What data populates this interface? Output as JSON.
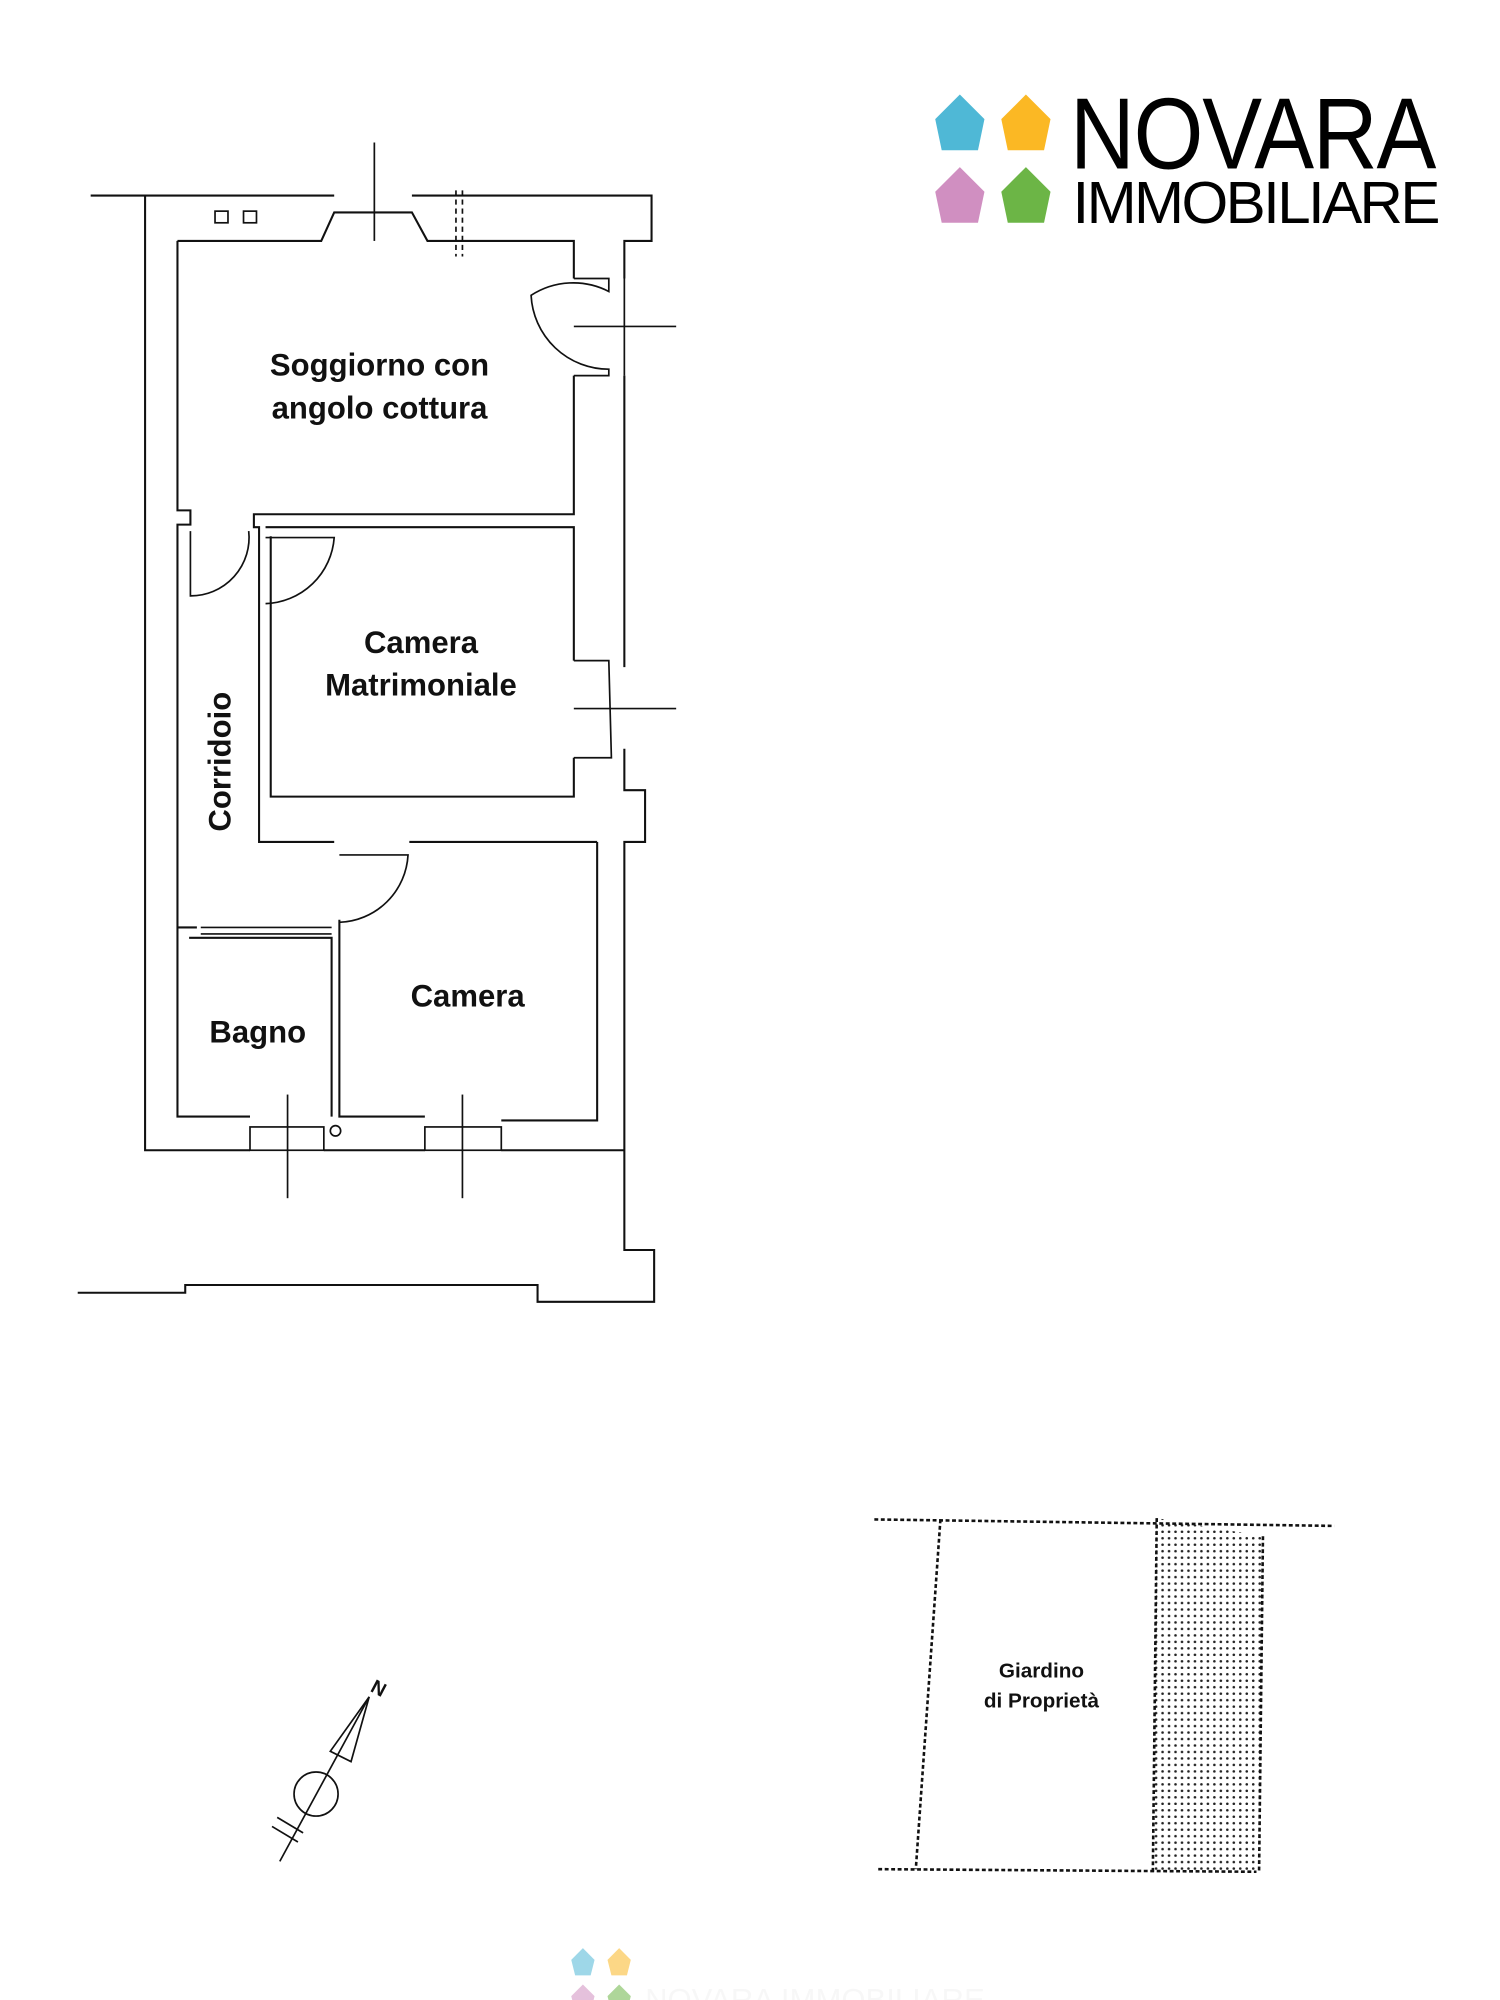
{
  "logo": {
    "line1": "NOVARA",
    "line2": "IMMOBILIARE",
    "colors": {
      "blue": "#4fb8d6",
      "yellow": "#fbb824",
      "pink": "#d08fc1",
      "green": "#6cb546"
    }
  },
  "rooms": {
    "living_line1": "Soggiorno con",
    "living_line2": "angolo cottura",
    "master_line1": "Camera",
    "master_line2": "Matrimoniale",
    "corridor": "Corridoio",
    "bathroom": "Bagno",
    "bedroom": "Camera"
  },
  "garden": {
    "line1": "Giardino",
    "line2": "di Proprietà"
  },
  "compass": {
    "north_label": "N"
  },
  "watermark": {
    "text": "NOVARA IMMOBILIARE"
  }
}
